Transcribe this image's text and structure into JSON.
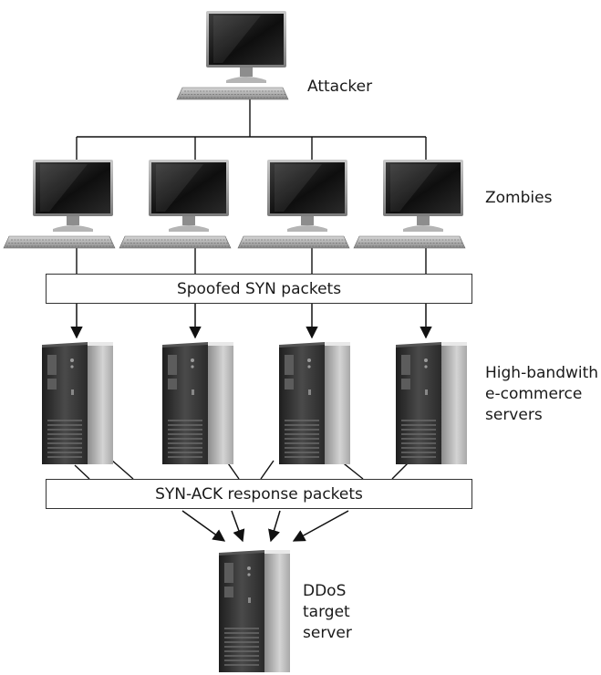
{
  "labels": {
    "attacker": "Attacker",
    "zombies": "Zombies",
    "servers": [
      "High-bandwith",
      "e-commerce",
      "servers"
    ],
    "target": [
      "DDoS",
      "target",
      "server"
    ]
  },
  "boxes": {
    "spoofed": "Spoofed SYN packets",
    "synack": "SYN-ACK response packets"
  },
  "icons": {
    "attacker": "computer-icon",
    "zombie": "computer-icon",
    "server": "tower-server-icon",
    "target": "tower-server-icon"
  },
  "colors": {
    "line": "#111111",
    "screen": "#1a1a1a",
    "frame": "#9a9a9a",
    "server_body": "#3a3a3a"
  }
}
